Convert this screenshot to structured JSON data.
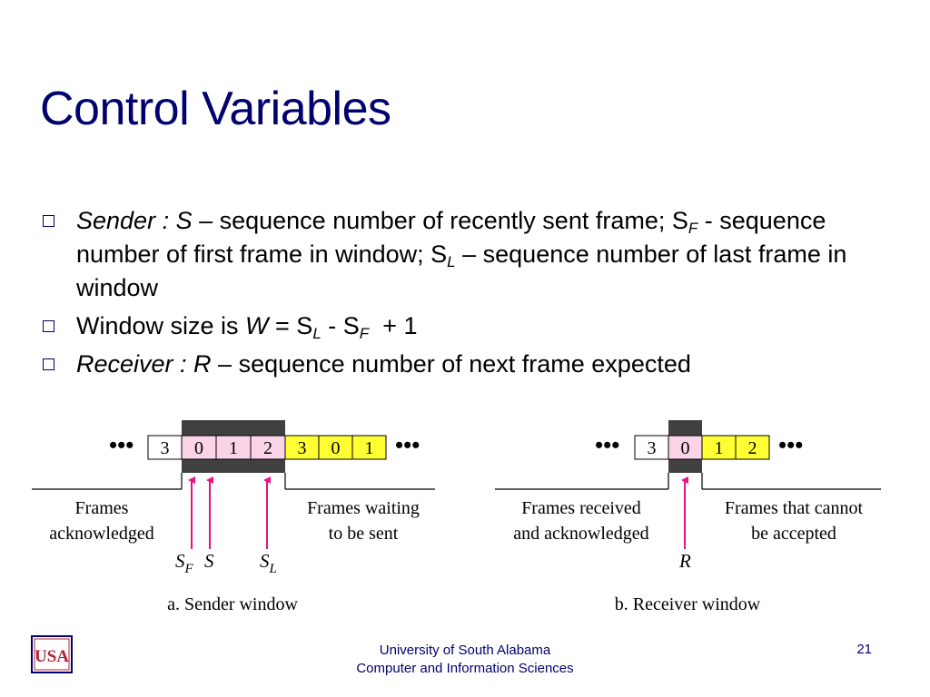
{
  "title": "Control Variables",
  "bullets": [
    {
      "sender_label": "Sender : S",
      "text1": " – sequence number of recently sent frame; S",
      "sub_f": "F",
      "text2": " - sequence number of first frame in window; S",
      "sub_l": "L",
      "text3": " – sequence number of last frame in window"
    },
    {
      "prefix": "Window size is ",
      "w": "W",
      "eq": " = S",
      "sub_l": "L",
      "minus": " - S",
      "sub_f": "F",
      "plus": "  + 1"
    },
    {
      "receiver_label": "Receiver : R",
      "text": " – sequence number of next frame expected"
    }
  ],
  "sender_window": {
    "dots": "•••",
    "cells": [
      "3",
      "0",
      "1",
      "2",
      "3",
      "0",
      "1"
    ],
    "left_caption": [
      "Frames",
      "acknowledged"
    ],
    "right_caption": [
      "Frames waiting",
      "to be sent"
    ],
    "pointer_sf": "S",
    "pointer_sf_sub": "F",
    "pointer_s": "S",
    "pointer_sl": "S",
    "pointer_sl_sub": "L",
    "caption": "a. Sender window"
  },
  "receiver_window": {
    "dots": "•••",
    "cells": [
      "3",
      "0",
      "1",
      "2"
    ],
    "left_caption": [
      "Frames received",
      "and acknowledged"
    ],
    "right_caption": [
      "Frames that cannot",
      "be accepted"
    ],
    "pointer_r": "R",
    "caption": "b. Receiver window"
  },
  "colors": {
    "title": "#00006e",
    "window_frame": "#404040",
    "pink": "#fbd3e6",
    "yellow": "#ffff33",
    "arrow": "#e8117f"
  },
  "footer": {
    "logo_text": "USA",
    "line1": "University of South Alabama",
    "line2": "Computer and Information Sciences",
    "page_number": "21"
  }
}
